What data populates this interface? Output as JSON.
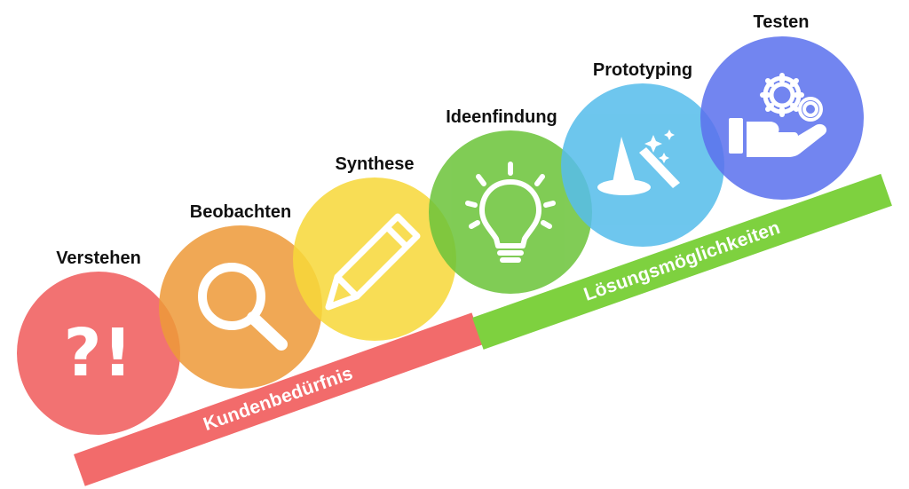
{
  "steps": [
    {
      "label": "Verstehen",
      "icon": "question-exclamation-icon",
      "color": "#F05B5B",
      "glyph": "?!"
    },
    {
      "label": "Beobachten",
      "icon": "magnifier-icon",
      "color": "#EE9A3A"
    },
    {
      "label": "Synthese",
      "icon": "pencil-icon",
      "color": "#F8D83A"
    },
    {
      "label": "Ideenfindung",
      "icon": "lightbulb-icon",
      "color": "#6CC43A"
    },
    {
      "label": "Prototyping",
      "icon": "magic-wand-icon",
      "color": "#56BDEB"
    },
    {
      "label": "Testen",
      "icon": "gears-hand-icon",
      "color": "#5C72EE"
    }
  ],
  "bands": {
    "problem": {
      "label": "Kundenbedürfnis",
      "color": "#F26B6B"
    },
    "solution": {
      "label": "Lösungsmöglichkeiten",
      "color": "#7ED13F"
    }
  }
}
